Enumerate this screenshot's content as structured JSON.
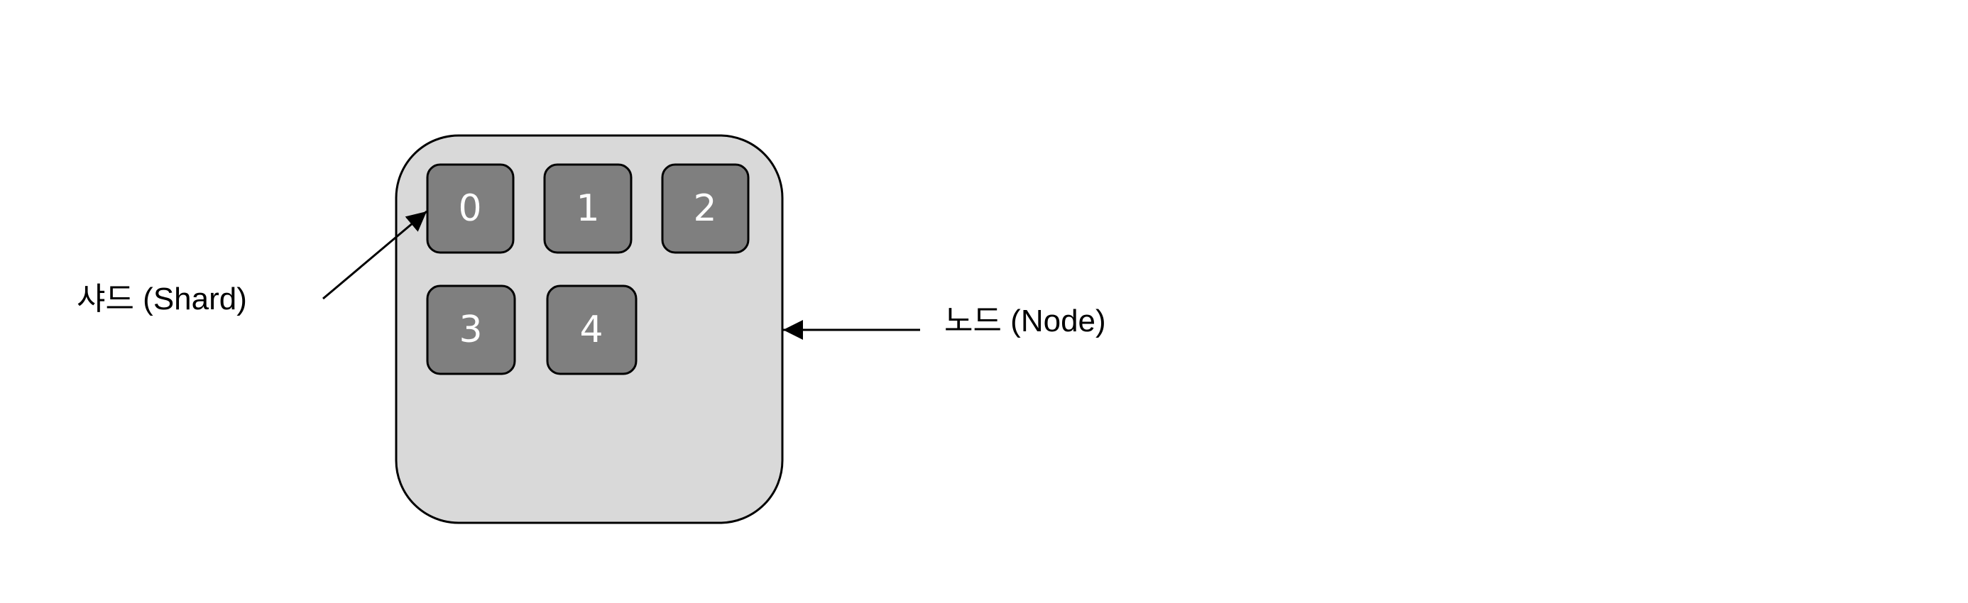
{
  "diagram": {
    "shard_label": "샤드 (Shard)",
    "node_label": "노드 (Node)",
    "shards": [
      "0",
      "1",
      "2",
      "3",
      "4"
    ],
    "colors": {
      "node_fill": "#d9d9d9",
      "shard_fill": "#7f7f7f",
      "stroke": "#000000",
      "shard_text": "#ffffff"
    }
  }
}
